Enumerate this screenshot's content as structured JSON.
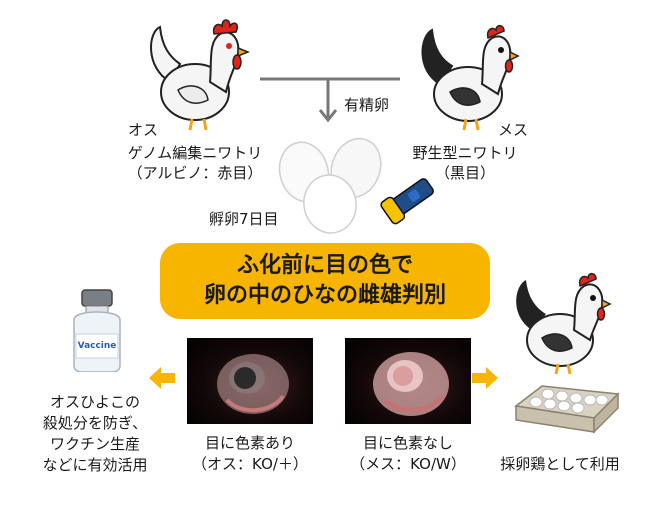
{
  "male": {
    "tag": "オス",
    "line1": "ゲノム編集ニワトリ",
    "line2": "（アルビノ：赤目）"
  },
  "female": {
    "tag": "メス",
    "line1": "野生型ニワトリ",
    "line2": "（黒目）"
  },
  "fertilized_egg_label": "有精卵",
  "incubation_label": "孵卵7日目",
  "banner": {
    "line1": "ふ化前に目の色で",
    "line2": "卵の中のひなの雌雄判別"
  },
  "photo_male": {
    "line1": "目に色素あり",
    "line2": "（オス：KO/＋）"
  },
  "photo_female": {
    "line1": "目に色素なし",
    "line2": "（メス：KO/W）"
  },
  "left_outcome": {
    "line1": "オスひよこの",
    "line2": "殺処分を防ぎ、",
    "line3": "ワクチン生産",
    "line4": "などに有効活用"
  },
  "vaccine_label": "Vaccine",
  "right_outcome": "採卵鶏として利用",
  "colors": {
    "banner": "#f7b500",
    "arrow": "#f7b500",
    "line": "#777777",
    "comb": "#e0241b"
  }
}
